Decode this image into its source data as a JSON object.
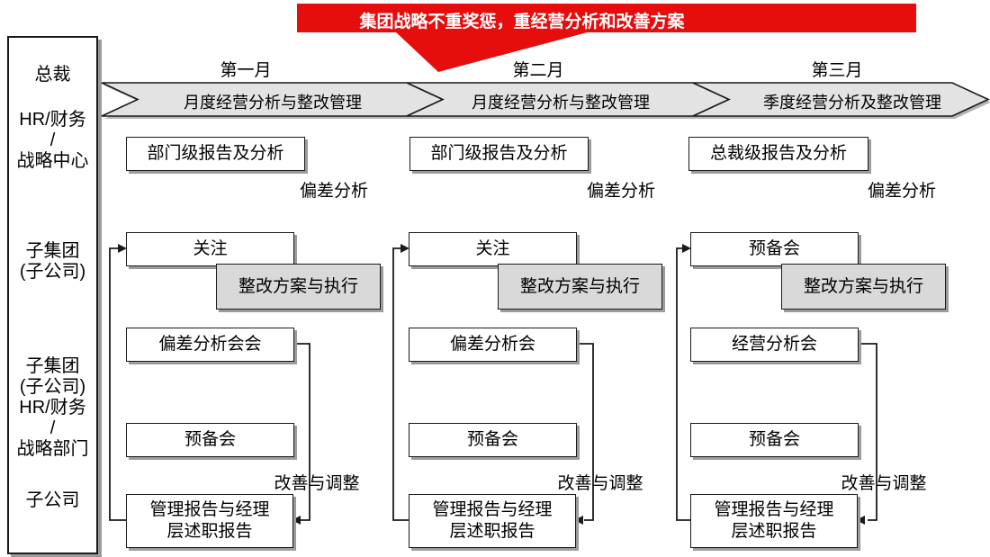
{
  "banner": {
    "text": "集团战略不重奖惩，重经营分析和改善方案",
    "color": "#e60d0d"
  },
  "sidebar": {
    "items": [
      {
        "label": "总裁"
      },
      {
        "label": "HR/财务\n/\n战略中心"
      },
      {
        "label": "子集团\n(子公司)"
      },
      {
        "label": "子集团\n(子公司)\nHR/财务\n/\n战略部门"
      },
      {
        "label": "子公司"
      }
    ]
  },
  "columns": [
    {
      "month": "第一月",
      "phase": "月度经营分析与整改管理",
      "report_box": "部门级报告及分析",
      "deviation_label": "偏差分析",
      "focus_box": "关注",
      "action_box": "整改方案与执行",
      "meeting_box": "偏差分析会会",
      "prep_box": "预备会",
      "adjust_label": "改善与调整",
      "management_box": "管理报告与经理层述职报告"
    },
    {
      "month": "第二月",
      "phase": "月度经营分析与整改管理",
      "report_box": "部门级报告及分析",
      "deviation_label": "偏差分析",
      "focus_box": "关注",
      "action_box": "整改方案与执行",
      "meeting_box": "偏差分析会",
      "prep_box": "预备会",
      "adjust_label": "改善与调整",
      "management_box": "管理报告与经理层述职报告"
    },
    {
      "month": "第三月",
      "phase": "季度经营分析及整改管理",
      "report_box": "总裁级报告及分析",
      "deviation_label": "偏差分析",
      "focus_box": "预备会",
      "action_box": "整改方案与执行",
      "meeting_box": "经营分析会",
      "prep_box": "预备会",
      "adjust_label": "改善与调整",
      "management_box": "管理报告与经理层述职报告"
    }
  ],
  "colors": {
    "banner_red": "#e60d0d",
    "box_gray": "#d9d9d9",
    "arrow_band_gray": "#e3e3e3",
    "shadow_gray": "#9b9b9b"
  }
}
